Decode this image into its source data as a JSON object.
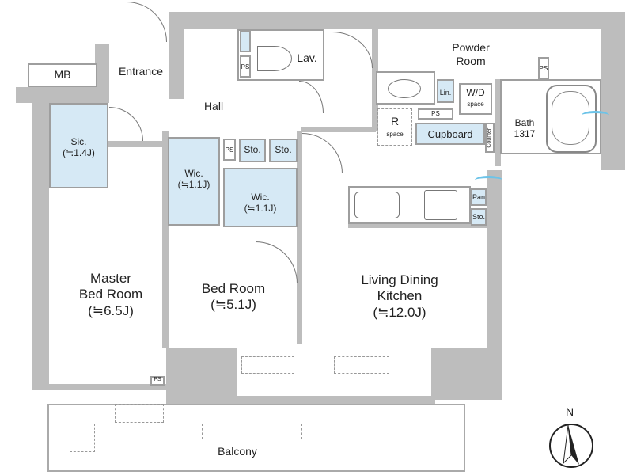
{
  "rooms": {
    "mb": "MB",
    "entrance": "Entrance",
    "hall": "Hall",
    "lav": "Lav.",
    "powder1": "Powder",
    "powder2": "Room",
    "lin": "Lin.",
    "wd": "W/D",
    "wd_space": "space",
    "r": "R",
    "r_space": "space",
    "cupboard": "Cupboard",
    "bath": "Bath",
    "bath_size": "1317",
    "counter": "Counter",
    "ps": "PS",
    "sic": "Sic.",
    "sic_size": "(≒1.4J)",
    "sto": "Sto.",
    "wic": "Wic.",
    "wic1_size": "(≒1.1J)",
    "wic2_size": "(≒1.1J)",
    "pan": "Pan",
    "master1": "Master",
    "master2": "Bed Room",
    "master_size": "(≒6.5J)",
    "bed1": "Bed Room",
    "bed_size": "(≒5.1J)",
    "ldk1": "Living Dining",
    "ldk2": "Kitchen",
    "ldk_size": "(≒12.0J)",
    "balcony": "Balcony"
  },
  "compass": {
    "label": "N"
  },
  "colors": {
    "wall": "#bdbdbd",
    "storage": "#d6e9f5"
  }
}
